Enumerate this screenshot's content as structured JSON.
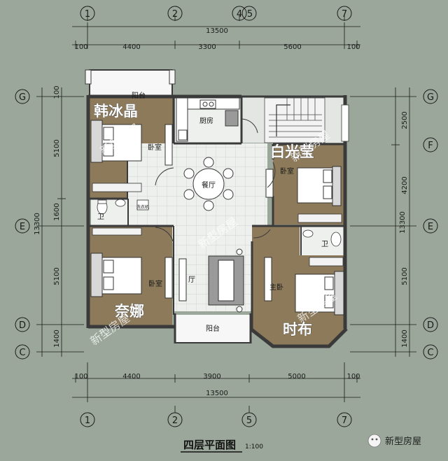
{
  "dimensions": {
    "total_top": "13500",
    "top_segments": [
      "100",
      "4400",
      "3300",
      "5600",
      "100"
    ],
    "total_bottom": "13500",
    "bottom_segments": [
      "100",
      "4400",
      "3900",
      "5000",
      "100"
    ],
    "left_segments": [
      "100",
      "5100",
      "1600",
      "5100",
      "1400"
    ],
    "left_total": "13300",
    "right_segments": [
      "2500",
      "4200",
      "5100",
      "1400"
    ],
    "right_total": "13300"
  },
  "axes": {
    "top": [
      "1",
      "2",
      "4",
      "5",
      "7"
    ],
    "bottom": [
      "1",
      "2",
      "5",
      "7"
    ],
    "left": [
      "G",
      "E",
      "D",
      "C"
    ],
    "right": [
      "G",
      "F",
      "E",
      "D",
      "C"
    ]
  },
  "rooms": {
    "balcony_top": "阳台",
    "kitchen": "厨房",
    "dining": "餐厅",
    "bedroom_nw": "卧室",
    "bedroom_ne": "卧室",
    "bedroom_sw": "卧室",
    "master": "主卧",
    "living": "厅",
    "balcony_bottom": "阳台",
    "wc_left": "卫",
    "wc_right": "卫",
    "laundry": "洗衣机"
  },
  "names": {
    "nw": "韩冰晶",
    "ne": "白光莹",
    "sw": "奈娜",
    "se": "时布"
  },
  "watermarks": [
    "新型房屋",
    "新型房屋",
    "新型房屋",
    "新型房屋",
    "新型房屋",
    "新型房屋"
  ],
  "title": "四层平面图",
  "scale": "1:100",
  "brand": "新型房屋",
  "colors": {
    "background": "#9aa79a",
    "bedroom_floor": "#8c7a5a",
    "tile_floor": "#eef0ee",
    "wall": "#3a3a3a"
  }
}
